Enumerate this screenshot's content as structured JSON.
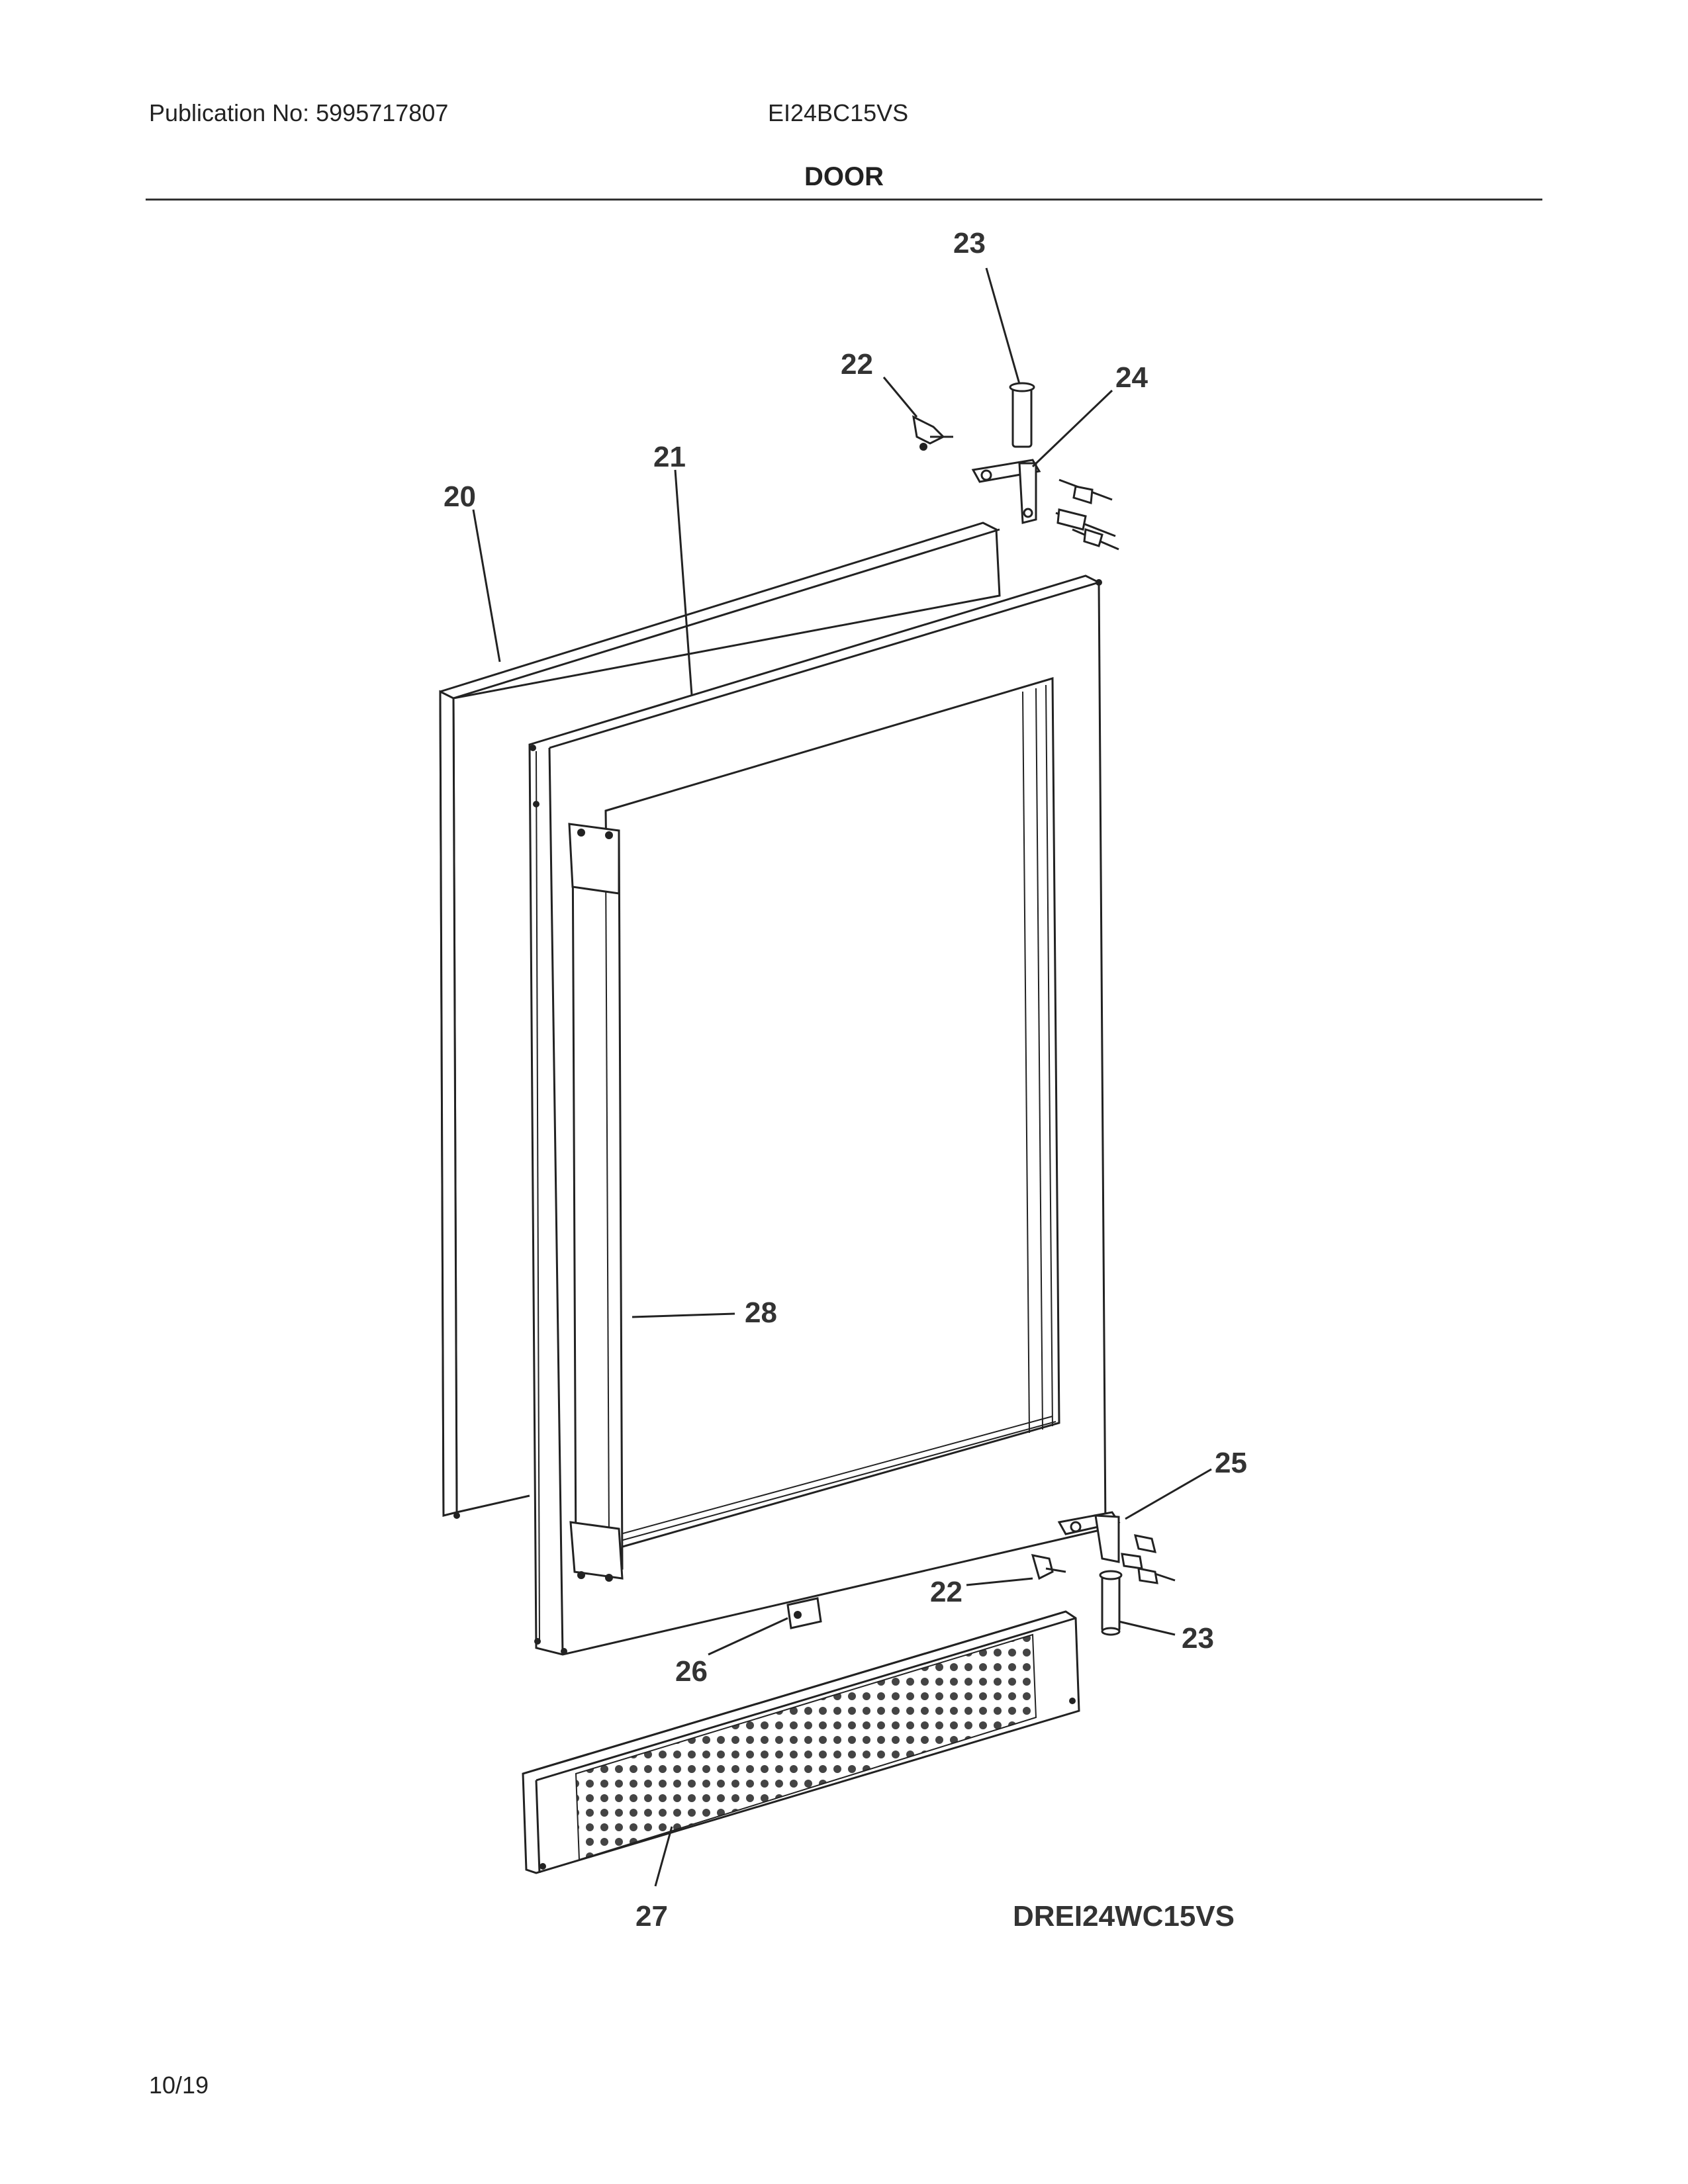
{
  "header": {
    "publication": "Publication No: 5995717807",
    "model": "EI24BC15VS",
    "section_title": "DOOR"
  },
  "diagram": {
    "code": "DREI24WC15VS",
    "callouts": [
      "20",
      "21",
      "22",
      "22",
      "23",
      "23",
      "24",
      "25",
      "26",
      "27",
      "28"
    ]
  },
  "footer": {
    "date": "10/19"
  }
}
